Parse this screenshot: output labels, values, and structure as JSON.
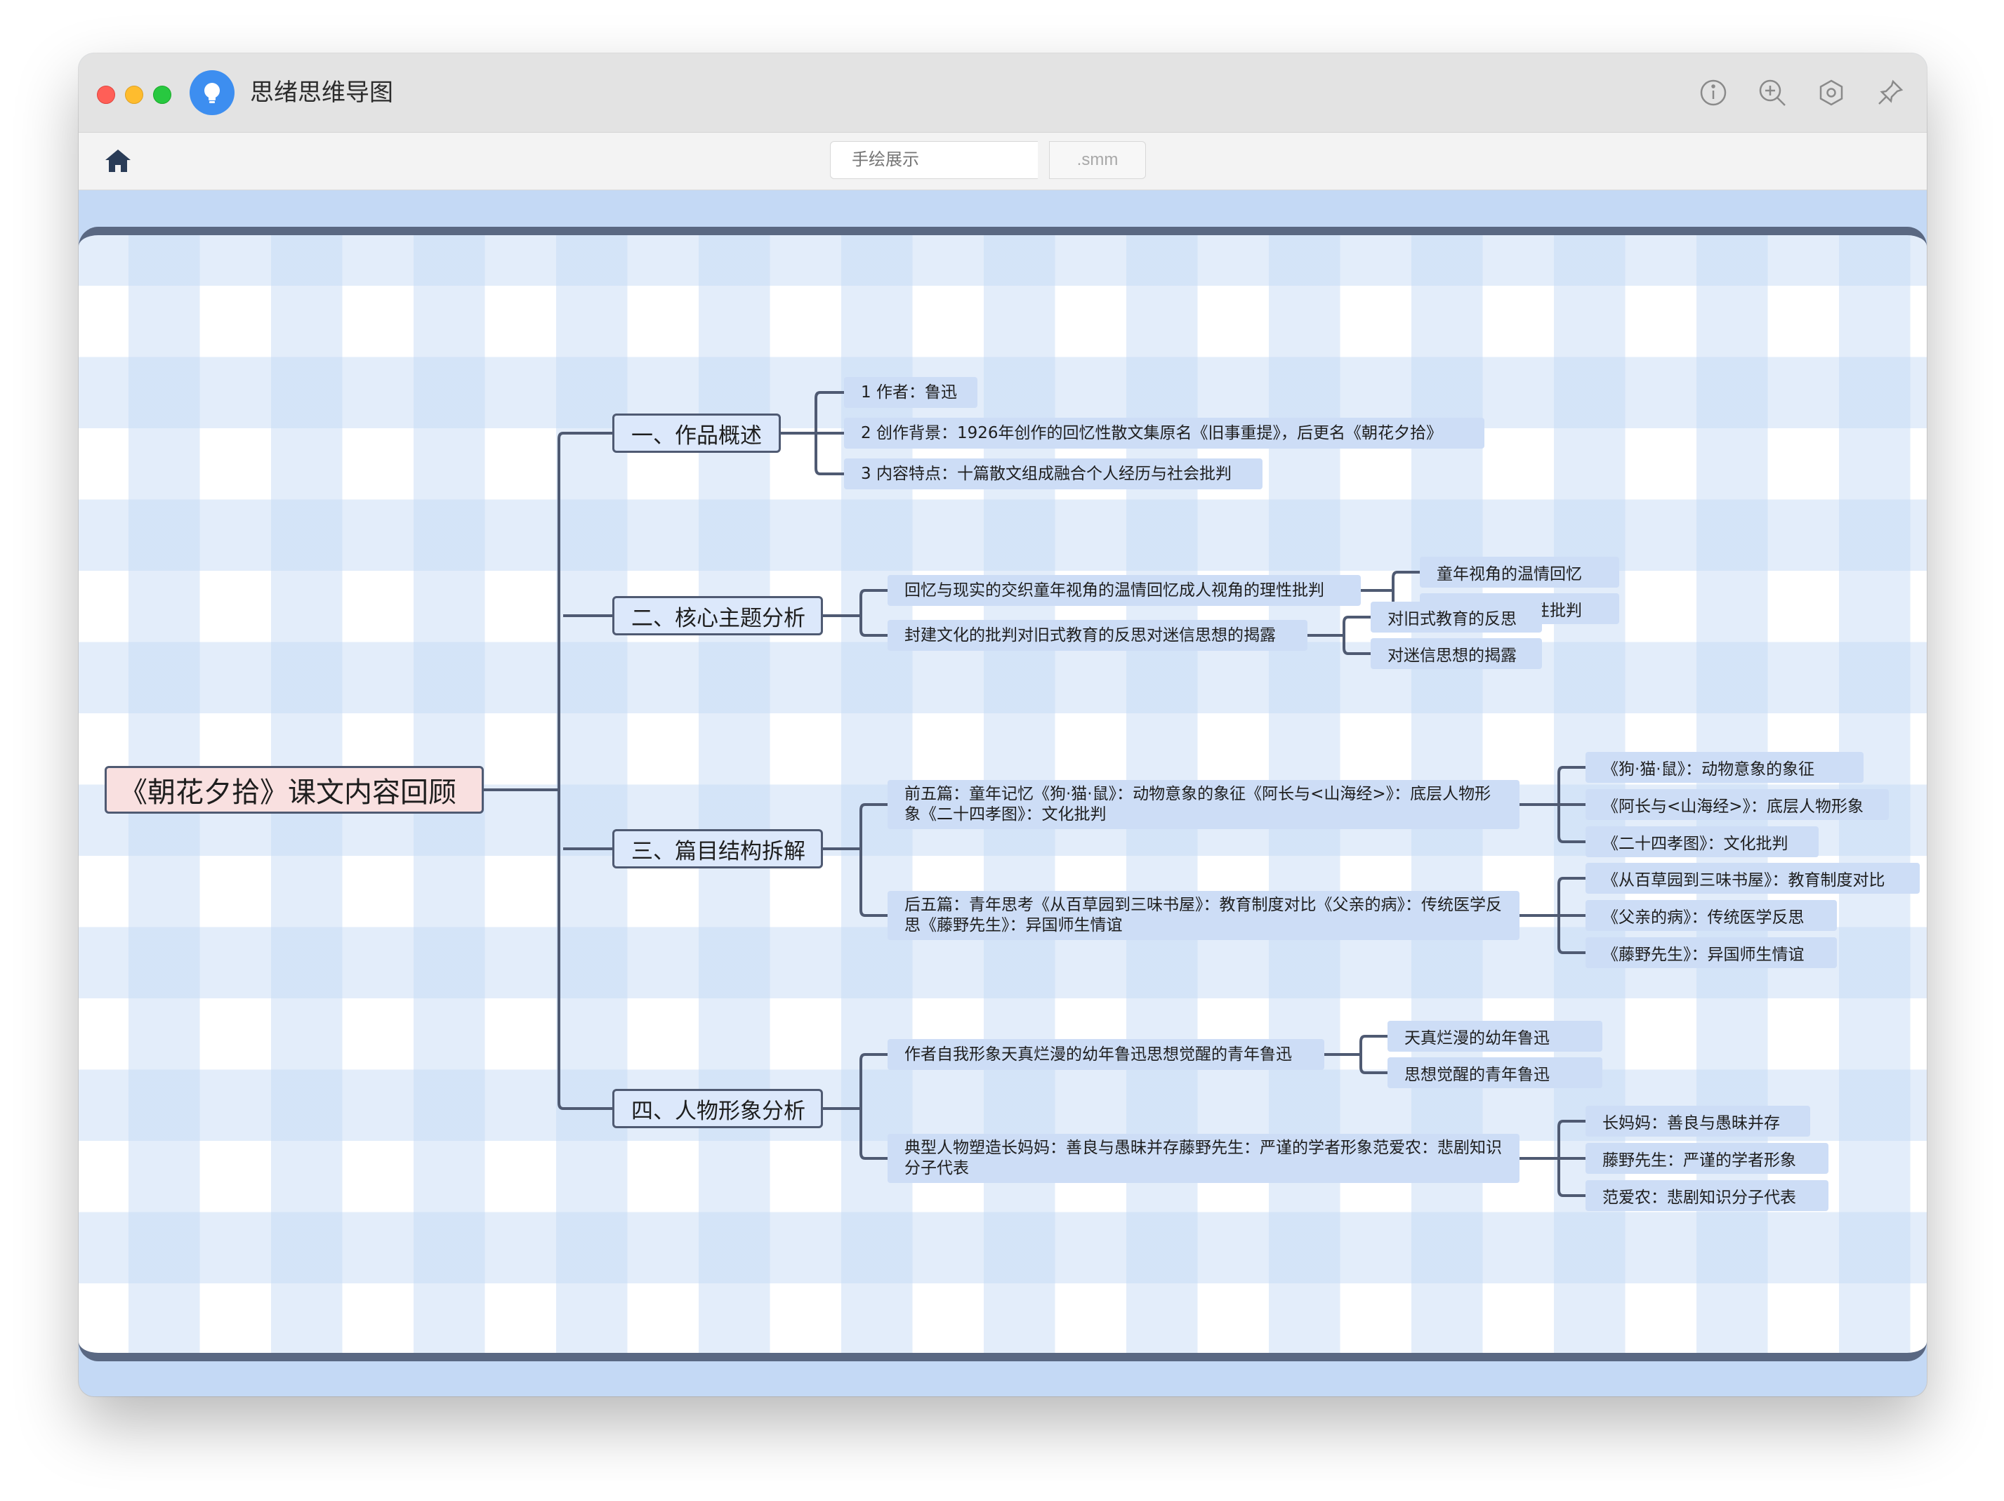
{
  "app": {
    "title": "思绪思维导图"
  },
  "toolbar": {
    "filename_placeholder": "手绘展示",
    "extension": ".smm"
  },
  "mindmap": {
    "root": "《朝花夕拾》课文内容回顾",
    "branches": [
      {
        "label": "一、作品概述",
        "children": [
          {
            "label": "1 作者：鲁迅",
            "children": []
          },
          {
            "label": "2 创作背景：1926年创作的回忆性散文集原名《旧事重提》，后更名《朝花夕拾》",
            "children": []
          },
          {
            "label": "3 内容特点：十篇散文组成融合个人经历与社会批判",
            "children": []
          }
        ]
      },
      {
        "label": "二、核心主题分析",
        "children": [
          {
            "label": "回忆与现实的交织童年视角的温情回忆成人视角的理性批判",
            "children": [
              "童年视角的温情回忆",
              "成人视角的理性批判"
            ]
          },
          {
            "label": "封建文化的批判对旧式教育的反思对迷信思想的揭露",
            "children": [
              "对旧式教育的反思",
              "对迷信思想的揭露"
            ]
          }
        ]
      },
      {
        "label": "三、篇目结构拆解",
        "children": [
          {
            "label": "前五篇：童年记忆《狗·猫·鼠》：动物意象的象征《阿长与<山海经>》：底层人物形象《二十四孝图》：文化批判",
            "children": [
              "《狗·猫·鼠》：动物意象的象征",
              "《阿长与<山海经>》：底层人物形象",
              "《二十四孝图》：文化批判"
            ]
          },
          {
            "label": "后五篇：青年思考《从百草园到三味书屋》：教育制度对比《父亲的病》：传统医学反思《藤野先生》：异国师生情谊",
            "children": [
              "《从百草园到三味书屋》：教育制度对比",
              "《父亲的病》：传统医学反思",
              "《藤野先生》：异国师生情谊"
            ]
          }
        ]
      },
      {
        "label": "四、人物形象分析",
        "children": [
          {
            "label": "作者自我形象天真烂漫的幼年鲁迅思想觉醒的青年鲁迅",
            "children": [
              "天真烂漫的幼年鲁迅",
              "思想觉醒的青年鲁迅"
            ]
          },
          {
            "label": "典型人物塑造长妈妈：善良与愚昧并存藤野先生：严谨的学者形象范爱农：悲剧知识分子代表",
            "children": [
              "长妈妈：善良与愚昧并存",
              "藤野先生：严谨的学者形象",
              "范爱农：悲剧知识分子代表"
            ]
          }
        ]
      }
    ]
  },
  "colors": {
    "window_bg": "#c4d9f5",
    "titlebar": "#e3e3e3",
    "root_fill": "#f9e0e0",
    "branch_fill": "#dce8fb",
    "leaf_fill": "#cdddf6",
    "line": "#4f5a72",
    "app_icon": "#3d8ef0"
  },
  "icons": {
    "app": "lightbulb-icon",
    "title_right": [
      "info-icon",
      "zoom-in-icon",
      "settings-icon",
      "pin-icon"
    ],
    "toolbar_left": "home-icon"
  }
}
